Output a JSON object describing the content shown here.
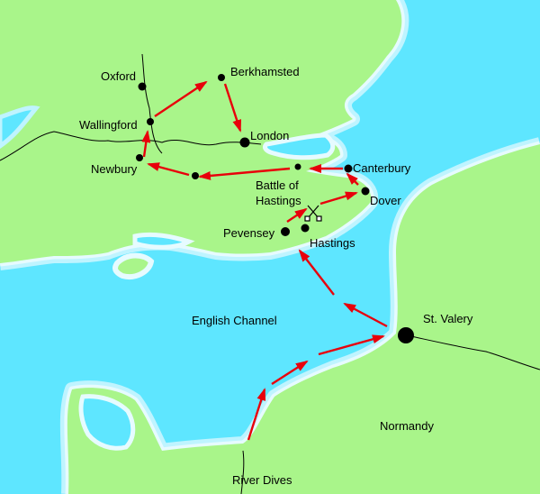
{
  "colors": {
    "sea": "#5ee6ff",
    "land": "#a9f58a",
    "route": "#e8000b",
    "town": "#000000"
  },
  "labels": {
    "oxford": "Oxford",
    "berkhamsted": "Berkhamsted",
    "wallingford": "Wallingford",
    "london": "London",
    "newbury": "Newbury",
    "canterbury": "Canterbury",
    "battle_of_hastings": [
      "Battle of",
      "Hastings"
    ],
    "dover": "Dover",
    "pevensey": "Pevensey",
    "hastings": "Hastings",
    "english_channel": "English Channel",
    "st_valery": "St. Valery",
    "normandy": "Normandy",
    "river_dives": "River Dives"
  },
  "icons": {
    "battle": "crossed-swords-icon",
    "town": "town-dot-icon",
    "arrow": "route-arrow-icon"
  }
}
